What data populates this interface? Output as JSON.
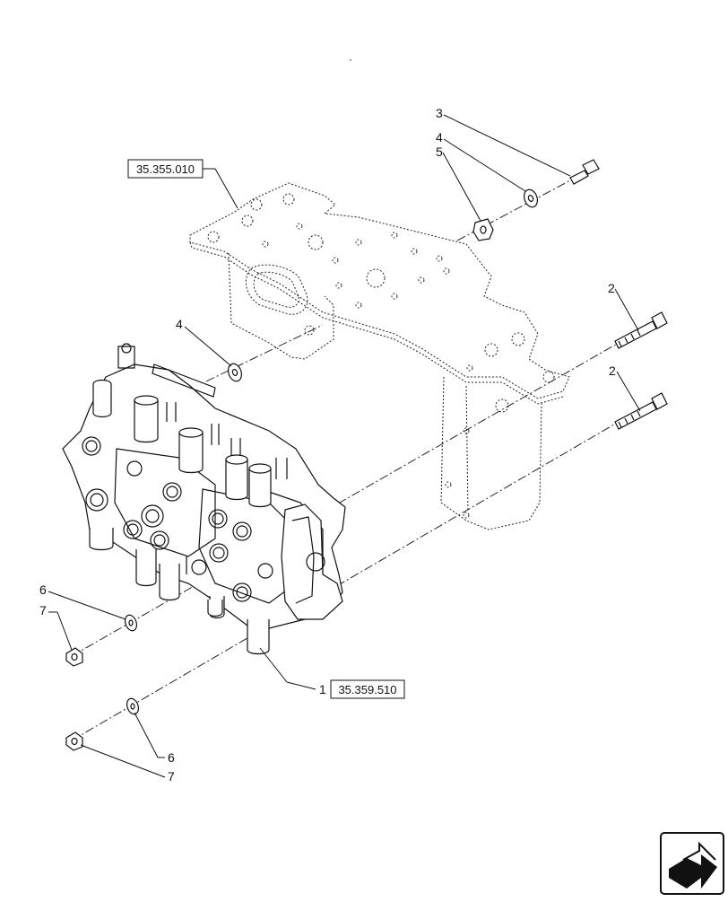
{
  "ref_boxes": [
    {
      "id": "mount_bracket",
      "text": "35.355.010"
    },
    {
      "id": "control_valve",
      "text": "35.359.510"
    }
  ],
  "callouts": [
    {
      "id": "c3",
      "text": "3"
    },
    {
      "id": "c4a",
      "text": "4"
    },
    {
      "id": "c5",
      "text": "5"
    },
    {
      "id": "c4b",
      "text": "4"
    },
    {
      "id": "c2a",
      "text": "2"
    },
    {
      "id": "c2b",
      "text": "2"
    },
    {
      "id": "c6a",
      "text": "6"
    },
    {
      "id": "c7a",
      "text": "7"
    },
    {
      "id": "c1",
      "text": "1"
    },
    {
      "id": "c6b",
      "text": "6"
    },
    {
      "id": "c7b",
      "text": "7"
    }
  ],
  "nav_icon": "next-page-arrow-icon"
}
